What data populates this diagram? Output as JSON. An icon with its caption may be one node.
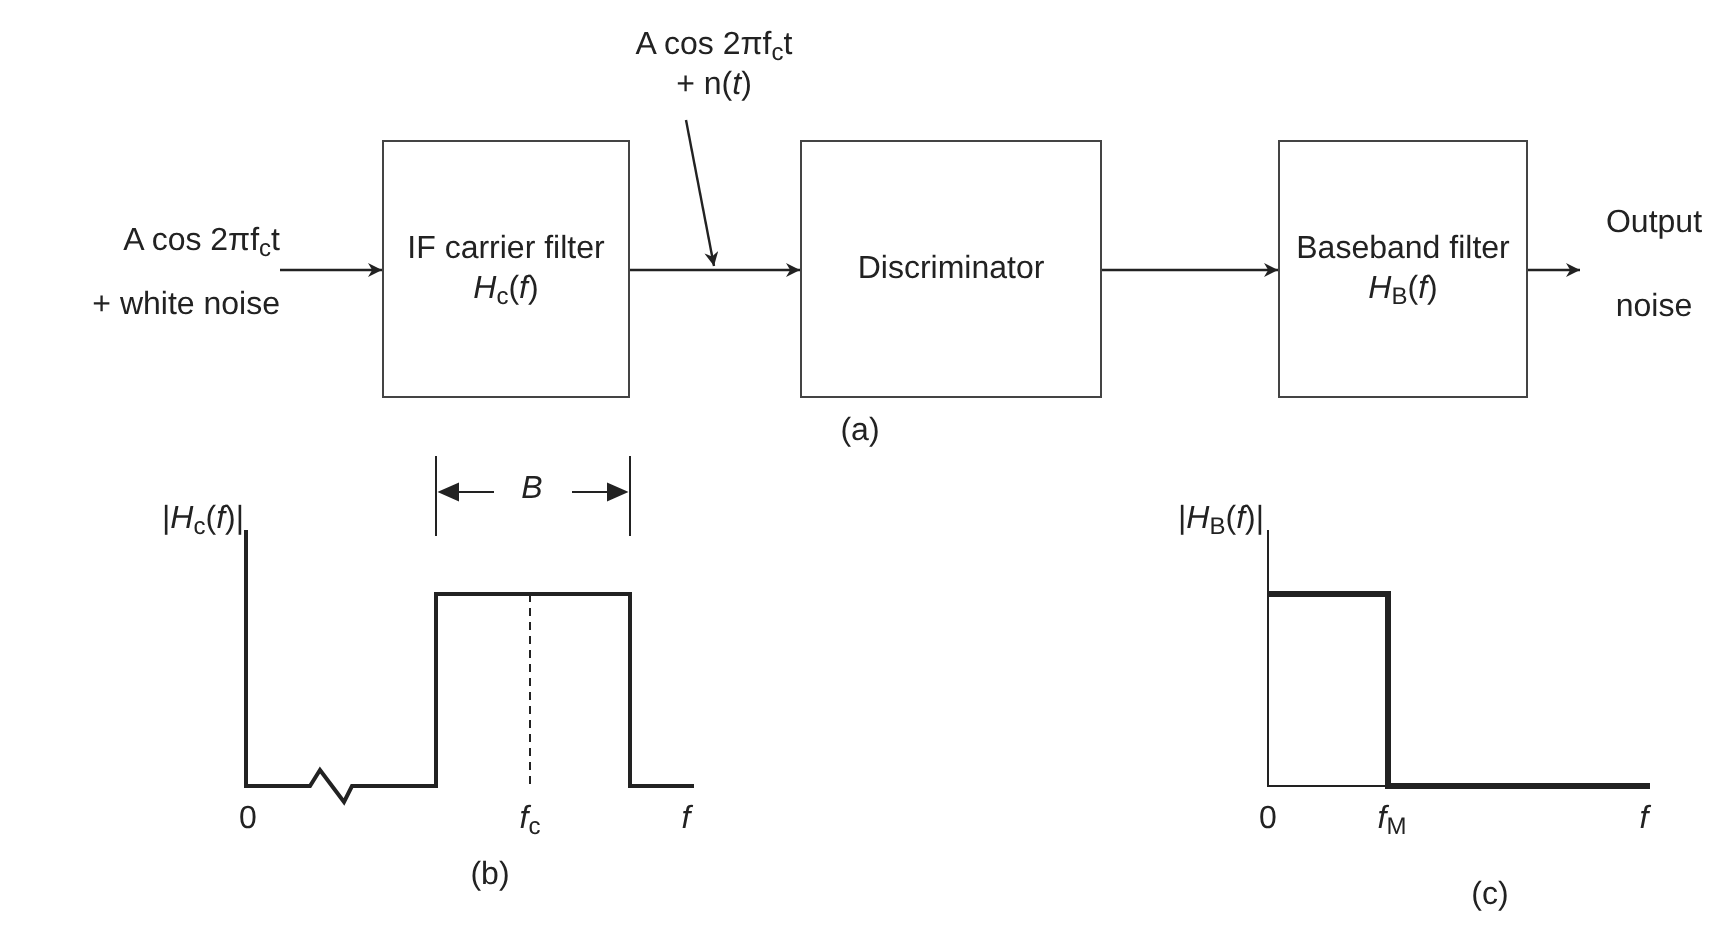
{
  "diagram": {
    "nodes": [
      {
        "text": [
          "A cos 2πf$_{c}$t",
          "+ white noise"
        ]
      },
      {
        "text": [
          "IF carrier filter",
          "*H*$_{c}$(*f*)"
        ]
      },
      {
        "text": [
          "A cos 2πf$_{c}$t",
          "+ n(*t*)"
        ]
      },
      {
        "text": [
          "Discriminator"
        ]
      },
      {
        "text": [
          "Baseband filter",
          "*H*$_{B}$(*f*)"
        ]
      },
      {
        "text": [
          "Output",
          "noise"
        ]
      }
    ],
    "edges": [
      {
        "from": 0,
        "to": 1,
        "arrow": "to"
      },
      {
        "from": 1,
        "to": 3,
        "arrow": "to"
      },
      {
        "from": 2,
        "to": null,
        "arrow": "to"
      },
      {
        "from": 3,
        "to": 4,
        "arrow": "to"
      },
      {
        "from": 4,
        "to": 5,
        "arrow": "to"
      }
    ],
    "labels": [
      "(a)",
      "|*H*$_{c}$(*f*)|",
      "*B*",
      "|*H*$_{B}$(*f*)|",
      "0",
      "*f*$_{c}$",
      "*f*",
      "0",
      "*f*$_{M}$",
      "*f*",
      "(b)",
      "(c)"
    ]
  }
}
